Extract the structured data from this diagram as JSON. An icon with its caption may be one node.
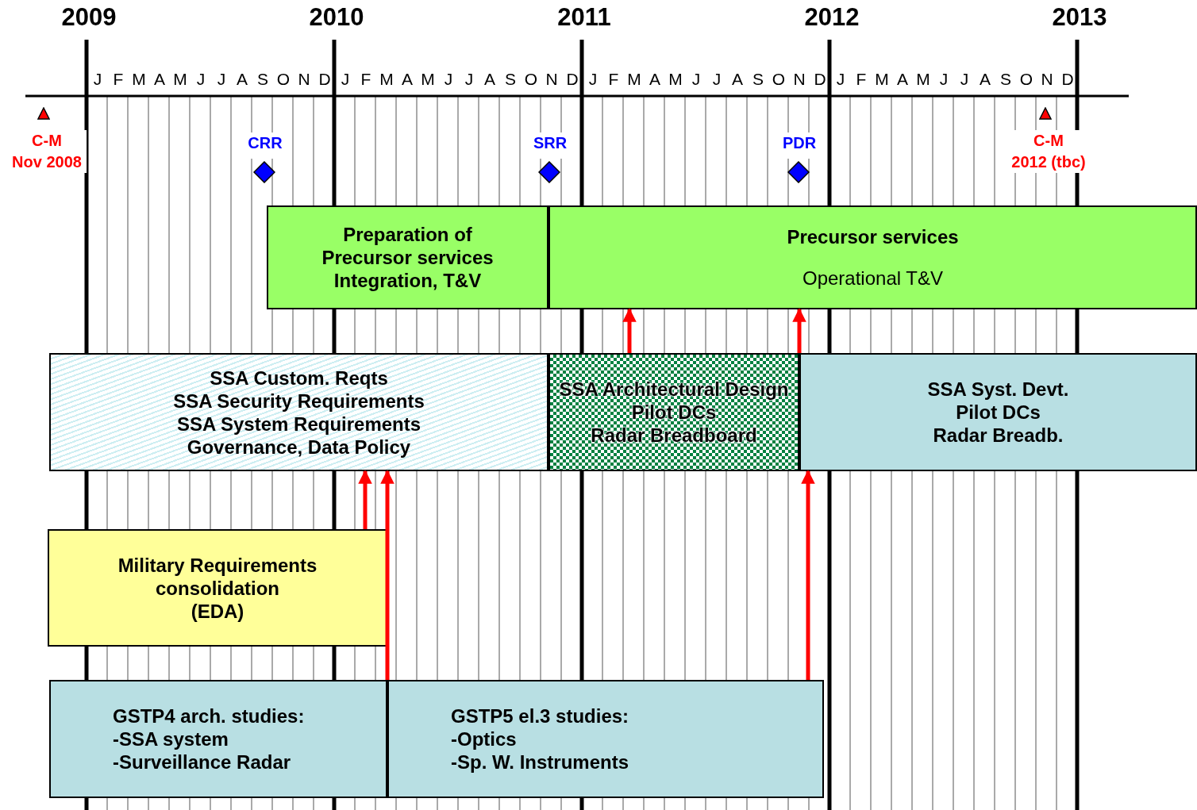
{
  "diagram": {
    "nodes": [
      {
        "text": [
          "Preparation of Precursor services Integration, T&V"
        ]
      },
      {
        "text": [
          "Precursor services",
          "Operational T&V"
        ]
      },
      {
        "text": [
          "SSA Custom. Reqts",
          "SSA Security Requirements",
          "SSA System Requirements",
          "Governance, Data Policy"
        ]
      },
      {
        "text": [
          "SSA Architectural Design",
          "Pilot DCs",
          "Radar Breadboard"
        ]
      },
      {
        "text": [
          "SSA Syst. Devt.",
          "Pilot DCs",
          "Radar Breadb."
        ]
      },
      {
        "text": [
          "Military Requirements consolidation",
          "(EDA)"
        ]
      },
      {
        "text": [
          "GSTP4 arch. studies:",
          "-SSA system",
          "-Surveillance Radar"
        ]
      },
      {
        "text": [
          "GSTP5 el.3 studies:",
          "-Optics",
          "-Sp. W. Instruments"
        ]
      },
      {
        "text": [],
        "shape": "triangle",
        "beside": [
          "C-M",
          "Nov 2008"
        ]
      },
      {
        "text": [],
        "shape": "diamond",
        "beside": [
          "CRR"
        ]
      },
      {
        "text": [],
        "shape": "diamond",
        "beside": [
          "SRR"
        ]
      },
      {
        "text": [],
        "shape": "diamond",
        "beside": [
          "PDR"
        ]
      },
      {
        "text": [],
        "shape": "triangle",
        "beside": [
          "C-M",
          "2012 (tbc)"
        ]
      }
    ],
    "edges": [
      {
        "from": 3,
        "to": 1,
        "arrow": "to"
      },
      {
        "from": 3,
        "to": 1,
        "arrow": "to"
      },
      {
        "from": 5,
        "to": 2,
        "arrow": "to"
      },
      {
        "from": 6,
        "to": 2,
        "arrow": "to"
      },
      {
        "from": 7,
        "to": 4,
        "arrow": "to"
      }
    ],
    "labels": [
      "2009",
      "2010",
      "2011",
      "2012",
      "2013",
      "J",
      "F",
      "M",
      "A",
      "M",
      "J",
      "J",
      "A",
      "S",
      "O",
      "N",
      "D",
      "J",
      "F",
      "M",
      "A",
      "M",
      "J",
      "J",
      "A",
      "S",
      "O",
      "N",
      "D",
      "J",
      "F",
      "M",
      "A",
      "M",
      "J",
      "J",
      "A",
      "S",
      "O",
      "N",
      "D",
      "J",
      "F",
      "M",
      "A",
      "M",
      "J",
      "J",
      "A",
      "S",
      "O",
      "N",
      "D"
    ]
  }
}
